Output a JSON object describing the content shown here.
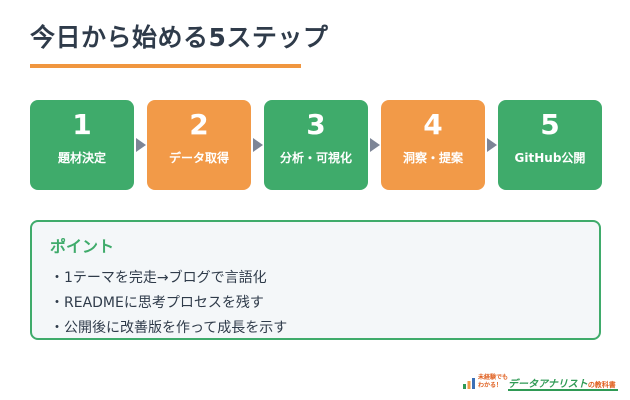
{
  "title": "今日から始める5ステップ",
  "steps": [
    {
      "num": "1",
      "label": "題材決定",
      "color": "#3fab6b"
    },
    {
      "num": "2",
      "label": "データ取得",
      "color": "#f29a48"
    },
    {
      "num": "3",
      "label": "分析・可視化",
      "color": "#3fab6b"
    },
    {
      "num": "4",
      "label": "洞察・提案",
      "color": "#f29a48"
    },
    {
      "num": "5",
      "label": "GitHub公開",
      "color": "#3fab6b"
    }
  ],
  "points": {
    "title": "ポイント",
    "items": [
      "・1テーマを完走→ブログで言語化",
      "・READMEに思考プロセスを残す",
      "・公開後に改善版を作って成長を示す"
    ]
  },
  "logo": {
    "tagline_line1": "未経験でも",
    "tagline_line2": "わかる！",
    "brand": "データアナリスト",
    "brand_suffix": "の教科書"
  },
  "colors": {
    "accent_green": "#3fab6b",
    "accent_orange": "#f29a48",
    "title_rule": "#f0963f",
    "arrow": "#7d8596",
    "text": "#2f3b4a"
  }
}
